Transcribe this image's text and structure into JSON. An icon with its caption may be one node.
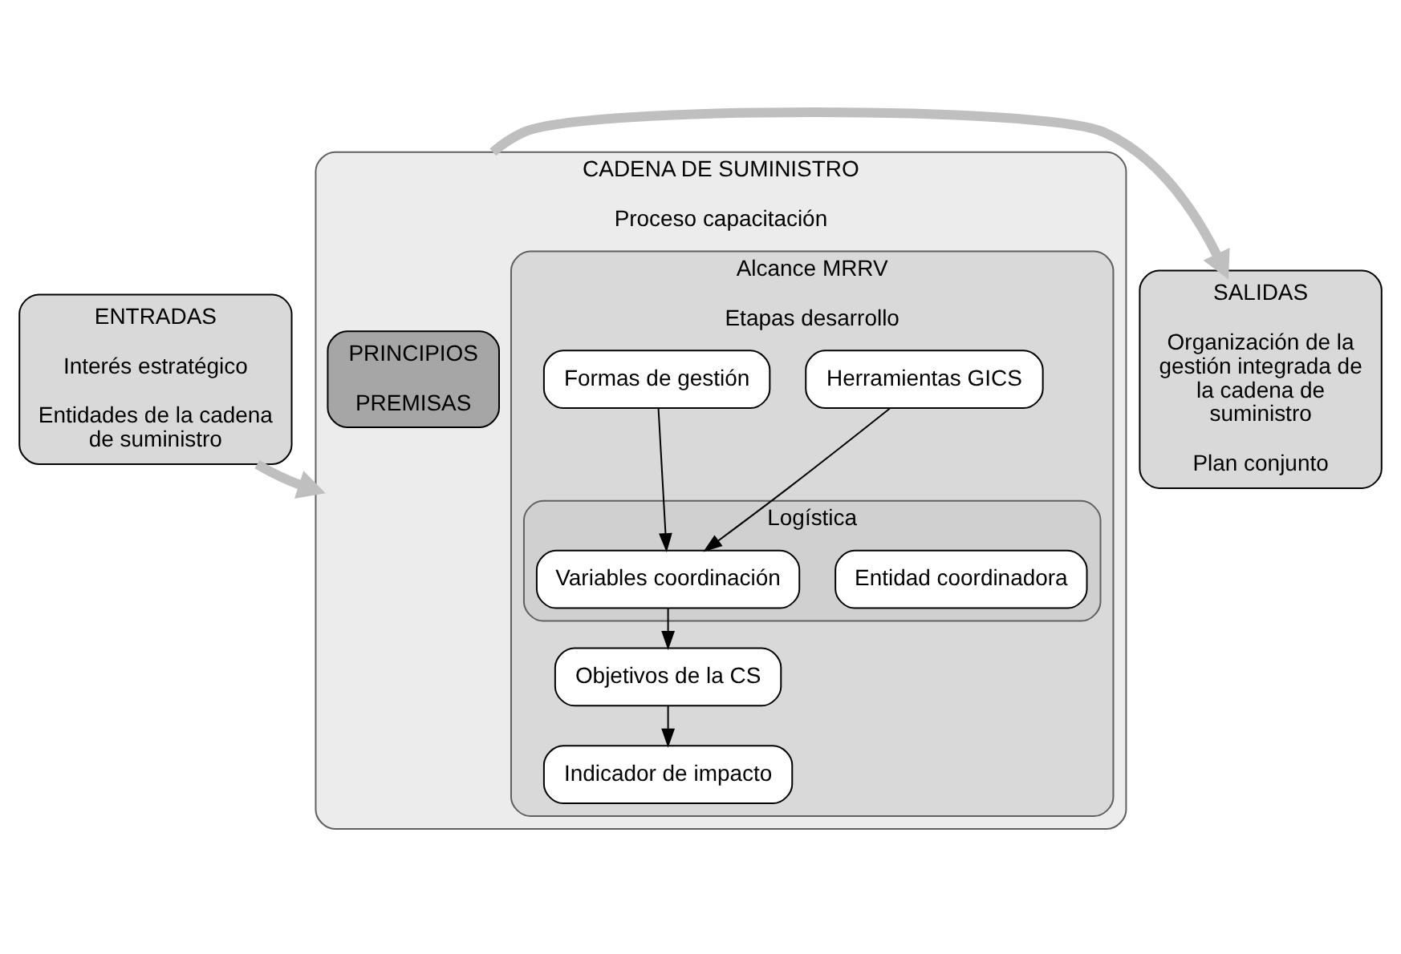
{
  "diagram": {
    "nodes": [
      {
        "text": [
          "ENTRADAS",
          "Interés estratégico",
          "Entidades de la cadena de suministro"
        ]
      },
      {
        "text": [
          "CADENA DE SUMINISTRO",
          "Proceso capacitación"
        ]
      },
      {
        "text": [
          "Alcance MRRV",
          "Etapas desarrollo"
        ],
        "in": 1
      },
      {
        "text": [
          "Logística"
        ],
        "in": 2
      },
      {
        "text": [
          "Entidad coordinadora"
        ],
        "in": 3
      },
      {
        "text": [
          "Variables coordinación"
        ],
        "in": 3
      },
      {
        "text": [
          "Herramientas GICS"
        ],
        "in": 2
      },
      {
        "text": [
          "Formas de gestión"
        ],
        "in": 2
      },
      {
        "text": [
          "Objetivos de la CS"
        ],
        "in": 2
      },
      {
        "text": [
          "Indicador de impacto"
        ],
        "in": 2
      },
      {
        "text": [
          "PRINCIPIOS",
          "PREMISAS"
        ],
        "in": 1
      },
      {
        "text": [
          "SALIDAS",
          "Organización de la gestión integrada de la cadena de suministro",
          "Plan conjunto"
        ]
      }
    ],
    "edges": [
      {
        "from": 0,
        "to": 1,
        "arrow": "to",
        "style": "thick",
        "color": "#bfbfbf"
      },
      {
        "from": 6,
        "to": 5,
        "arrow": "to"
      },
      {
        "from": 7,
        "to": 5,
        "arrow": "to"
      },
      {
        "from": 5,
        "to": 8,
        "arrow": "to"
      },
      {
        "from": 8,
        "to": 9,
        "arrow": "to"
      },
      {
        "from": 1,
        "to": 11,
        "arrow": "to",
        "style": "thick",
        "color": "#bfbfbf"
      }
    ]
  }
}
